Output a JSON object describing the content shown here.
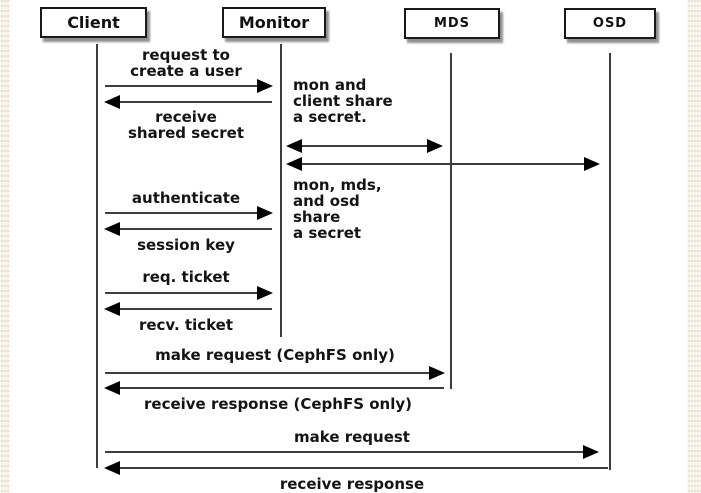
{
  "diagram": {
    "type": "sequence-diagram",
    "actors": [
      {
        "label": "Client"
      },
      {
        "label": "Monitor"
      },
      {
        "label": "MDS"
      },
      {
        "label": "OSD"
      }
    ],
    "arrows": [
      {
        "from": "Client",
        "to": "Monitor",
        "dir": "right",
        "label": "request to\ncreate a user"
      },
      {
        "from": "Monitor",
        "to": "Client",
        "dir": "left",
        "label": "receive\nshared secret"
      },
      {
        "from": "Monitor",
        "to": "MDS",
        "dir": "both",
        "label": ""
      },
      {
        "from": "Monitor",
        "to": "OSD",
        "dir": "both",
        "label": ""
      },
      {
        "from": "Client",
        "to": "Monitor",
        "dir": "right",
        "label": "authenticate"
      },
      {
        "from": "Monitor",
        "to": "Client",
        "dir": "left",
        "label": "session key"
      },
      {
        "from": "Client",
        "to": "Monitor",
        "dir": "right",
        "label": "req. ticket"
      },
      {
        "from": "Monitor",
        "to": "Client",
        "dir": "left",
        "label": "recv. ticket"
      },
      {
        "from": "Client",
        "to": "MDS",
        "dir": "right",
        "label": "make request (CephFS only)"
      },
      {
        "from": "MDS",
        "to": "Client",
        "dir": "left",
        "label": "receive response (CephFS only)"
      },
      {
        "from": "Client",
        "to": "OSD",
        "dir": "right",
        "label": "make request"
      },
      {
        "from": "OSD",
        "to": "Client",
        "dir": "left",
        "label": "receive response"
      }
    ],
    "notes": [
      {
        "text": "mon and\nclient share\na secret."
      },
      {
        "text": "mon, mds,\nand osd\nshare\na secret"
      }
    ],
    "colors": {
      "line": "#3d3d3d",
      "arrowhead": "#000000",
      "text": "#141414",
      "box_border": "#1a1a1a",
      "box_shadow": "#8f8f8f",
      "canvas": "#ffffff",
      "edge_texture": "#e9e1d2"
    }
  }
}
